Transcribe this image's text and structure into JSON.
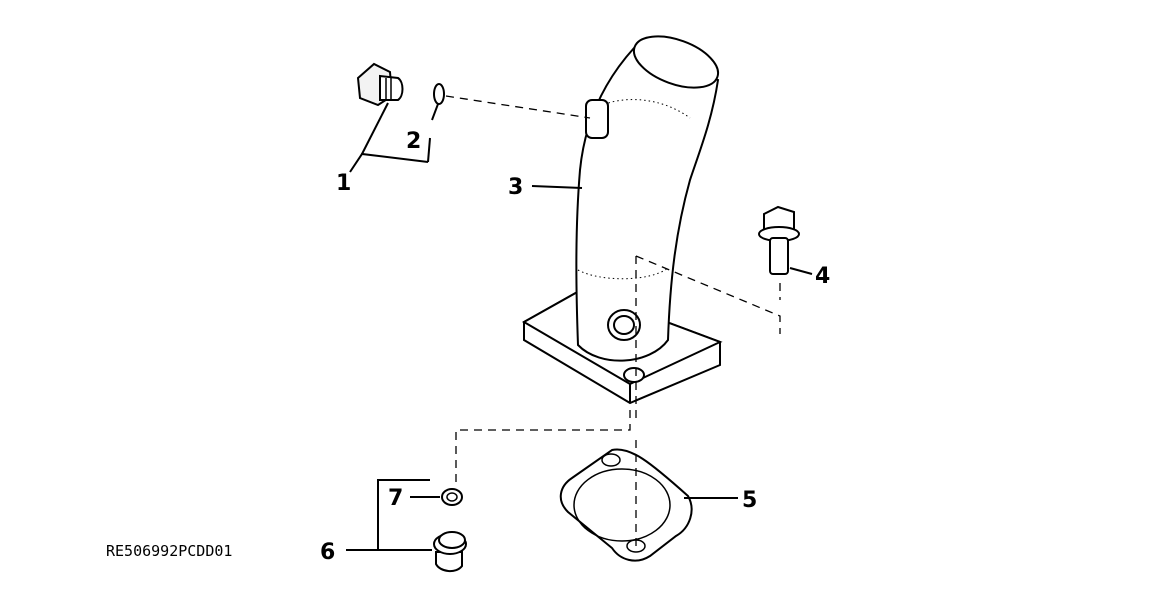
{
  "drawing": {
    "code": "RE506992PCDD01"
  },
  "callouts": [
    {
      "id": "1",
      "label": "1"
    },
    {
      "id": "2",
      "label": "2"
    },
    {
      "id": "3",
      "label": "3"
    },
    {
      "id": "4",
      "label": "4"
    },
    {
      "id": "5",
      "label": "5"
    },
    {
      "id": "6",
      "label": "6"
    },
    {
      "id": "7",
      "label": "7"
    }
  ],
  "colors": {
    "line": "#000000",
    "background": "#ffffff"
  }
}
